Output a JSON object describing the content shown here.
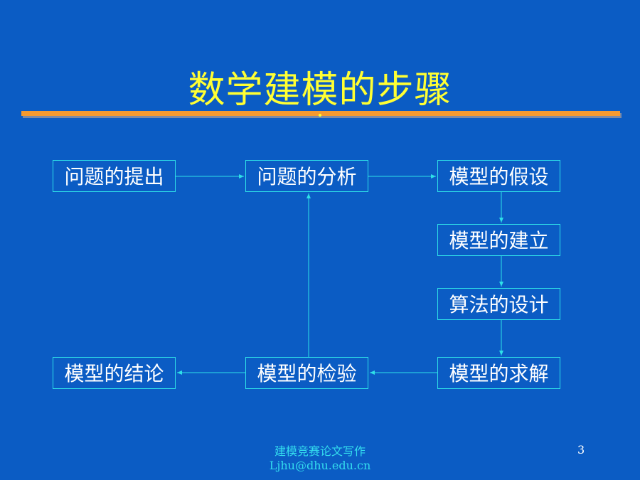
{
  "slide": {
    "title": "数学建模的步骤",
    "page_number": "3"
  },
  "boxes": {
    "problem_proposal": "问题的提出",
    "problem_analysis": "问题的分析",
    "model_assumption": "模型的假设",
    "model_building": "模型的建立",
    "algorithm_design": "算法的设计",
    "model_solving": "模型的求解",
    "model_testing": "模型的检验",
    "model_conclusion": "模型的结论"
  },
  "footer": {
    "line1": "建模竞赛论文写作",
    "line2": "Ljhu@dhu.edu.cn"
  },
  "colors": {
    "background": "#0b5cc4",
    "title": "#ffff33",
    "title_bar": "#f59a30",
    "box_border": "#2ee0e8",
    "arrow": "#2ee0e8",
    "footer_text": "#33ddee"
  }
}
